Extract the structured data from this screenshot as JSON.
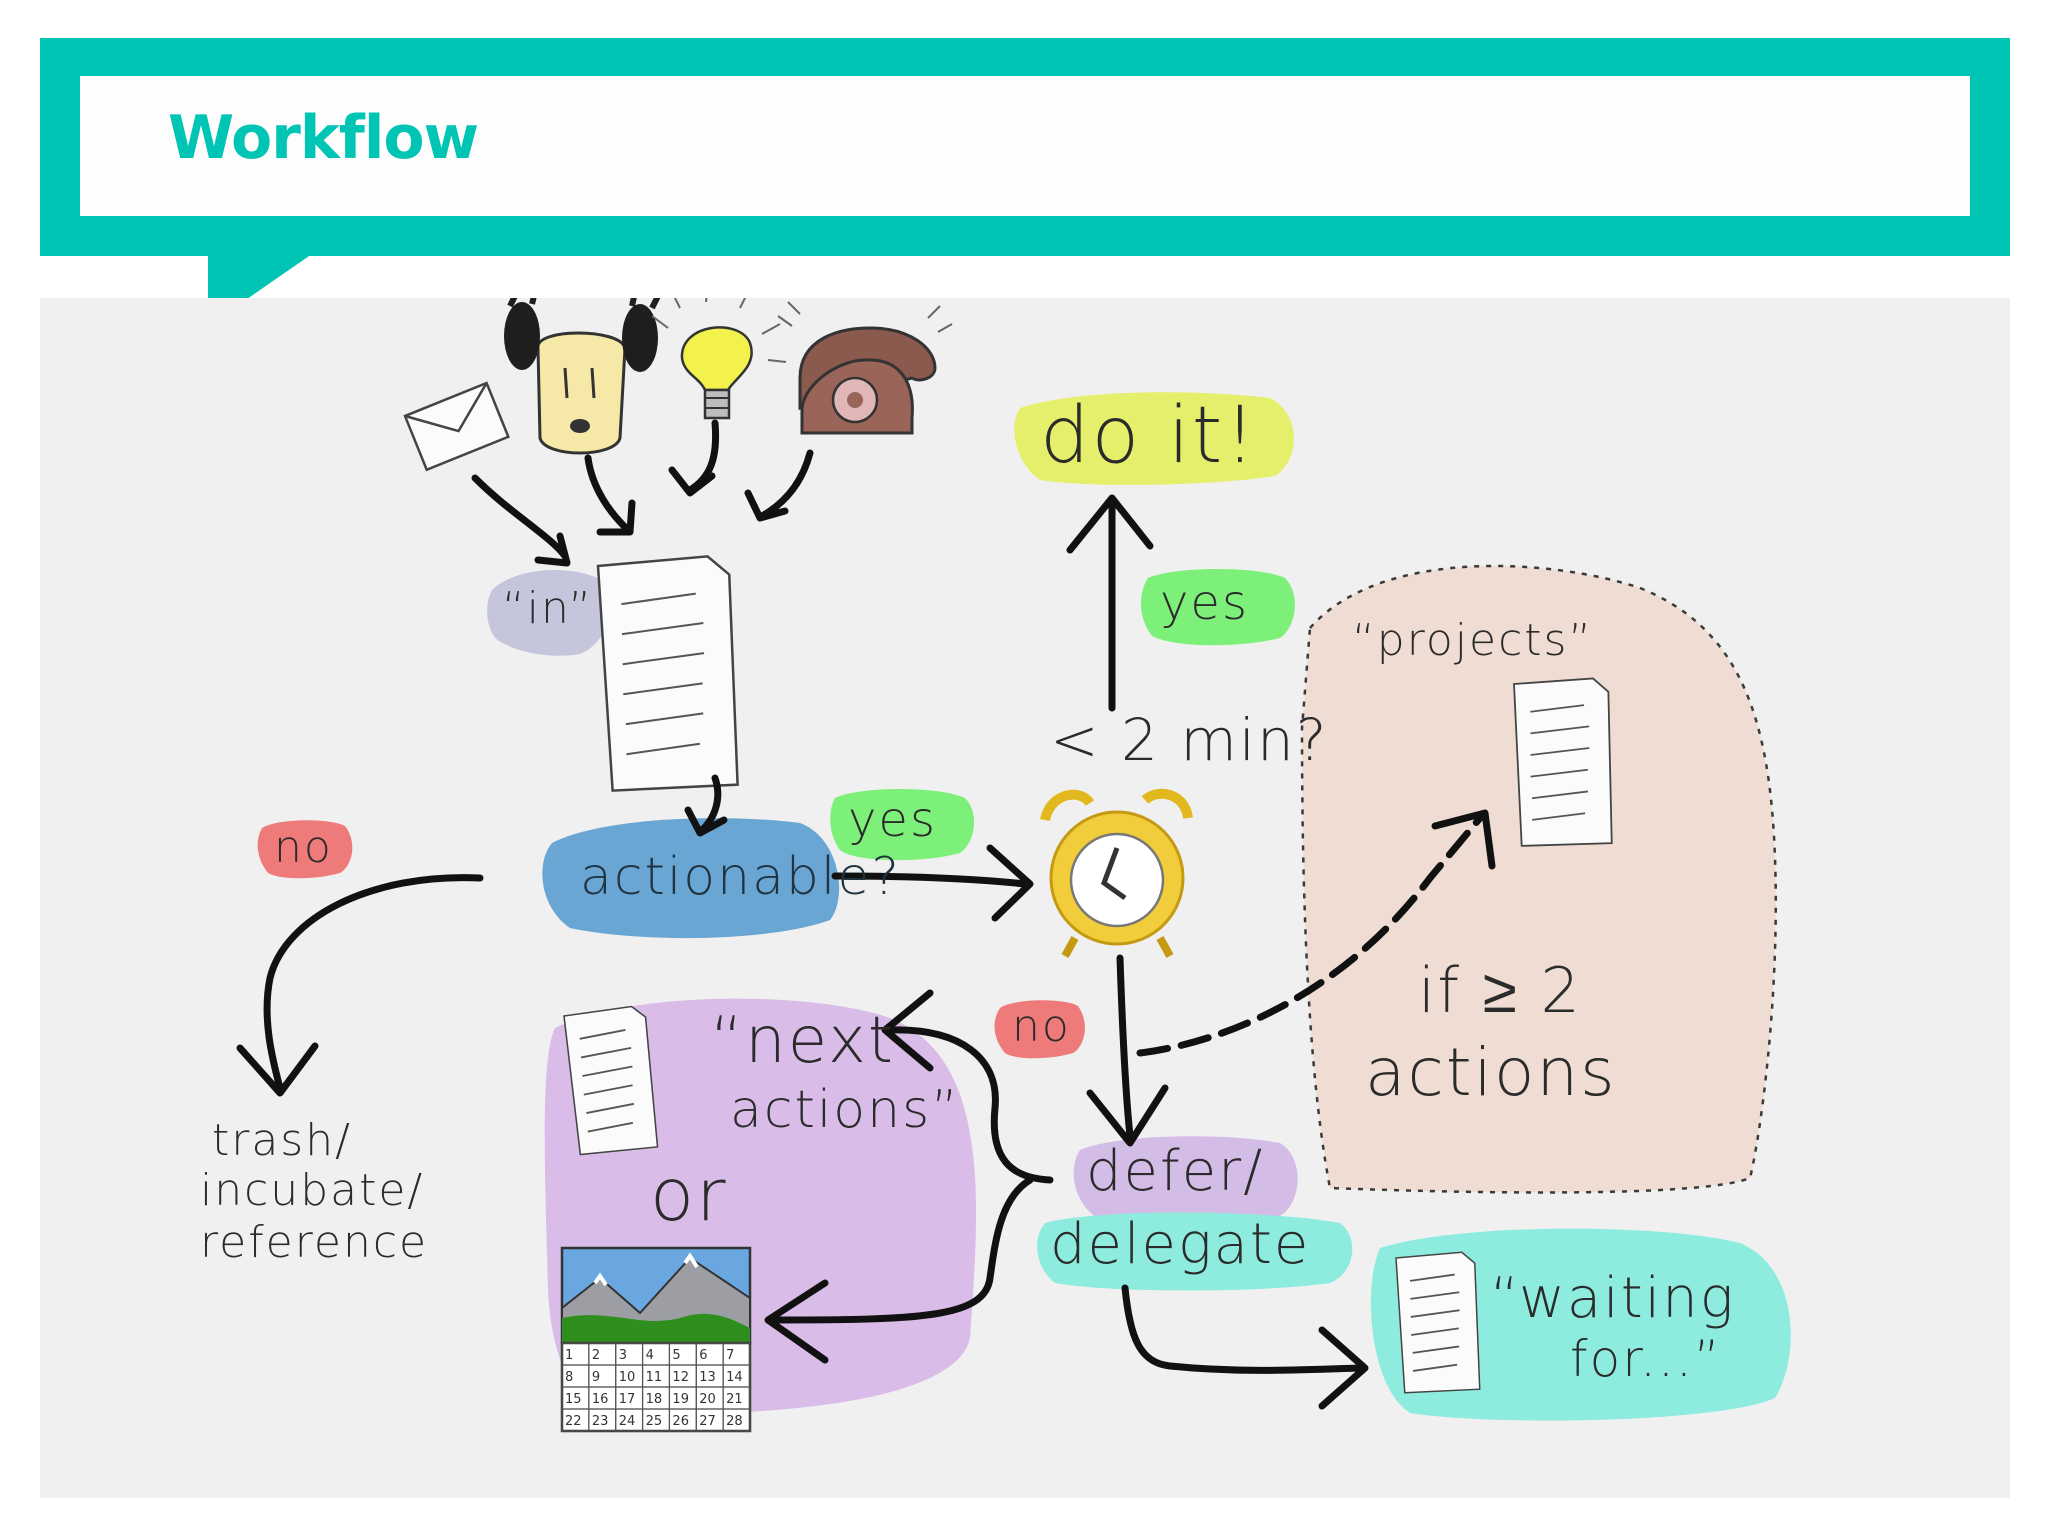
{
  "header": {
    "title": "Workflow"
  },
  "diagram": {
    "colors": {
      "accent": "#00c4b4",
      "in_blob": "#c5c6dc",
      "actionable_blob": "#6aa6d4",
      "yes_badge": "#7df07a",
      "no_badge": "#ef7a7a",
      "do_it_blob": "#e6ef6c",
      "projects_blob": "#efdcd2",
      "next_actions_blob": "#d9bde8",
      "defer_blob": "#d3bce6",
      "waiting_blob": "#8eecdf"
    },
    "labels": {
      "in": "“in”",
      "actionable": "actionable?",
      "yes_top": "yes",
      "yes_mid": "yes",
      "no_left": "no",
      "no_right": "no",
      "do_it": "do it!",
      "two_min": "< 2 min?",
      "projects": "“projects”",
      "if_two": "if ≥ 2",
      "actions": "actions",
      "next_actions_1": "“next",
      "next_actions_2": "actions”",
      "or": "or",
      "defer": "defer/",
      "delegate": "delegate",
      "trash_1": "trash/",
      "trash_2": "incubate/",
      "trash_3": "reference",
      "waiting_1": "“waiting",
      "waiting_2": "for...”"
    },
    "icons": [
      "envelope-icon",
      "person-icon",
      "lightbulb-icon",
      "telephone-icon",
      "alarm-clock-icon",
      "document-icon",
      "calendar-icon"
    ],
    "calendar_days": [
      "1",
      "2",
      "3",
      "4",
      "5",
      "6",
      "7",
      "8",
      "9",
      "10",
      "11",
      "12",
      "13",
      "14",
      "15",
      "16",
      "17",
      "18",
      "19",
      "20",
      "21",
      "22",
      "23",
      "24",
      "25",
      "26",
      "27",
      "28"
    ]
  }
}
